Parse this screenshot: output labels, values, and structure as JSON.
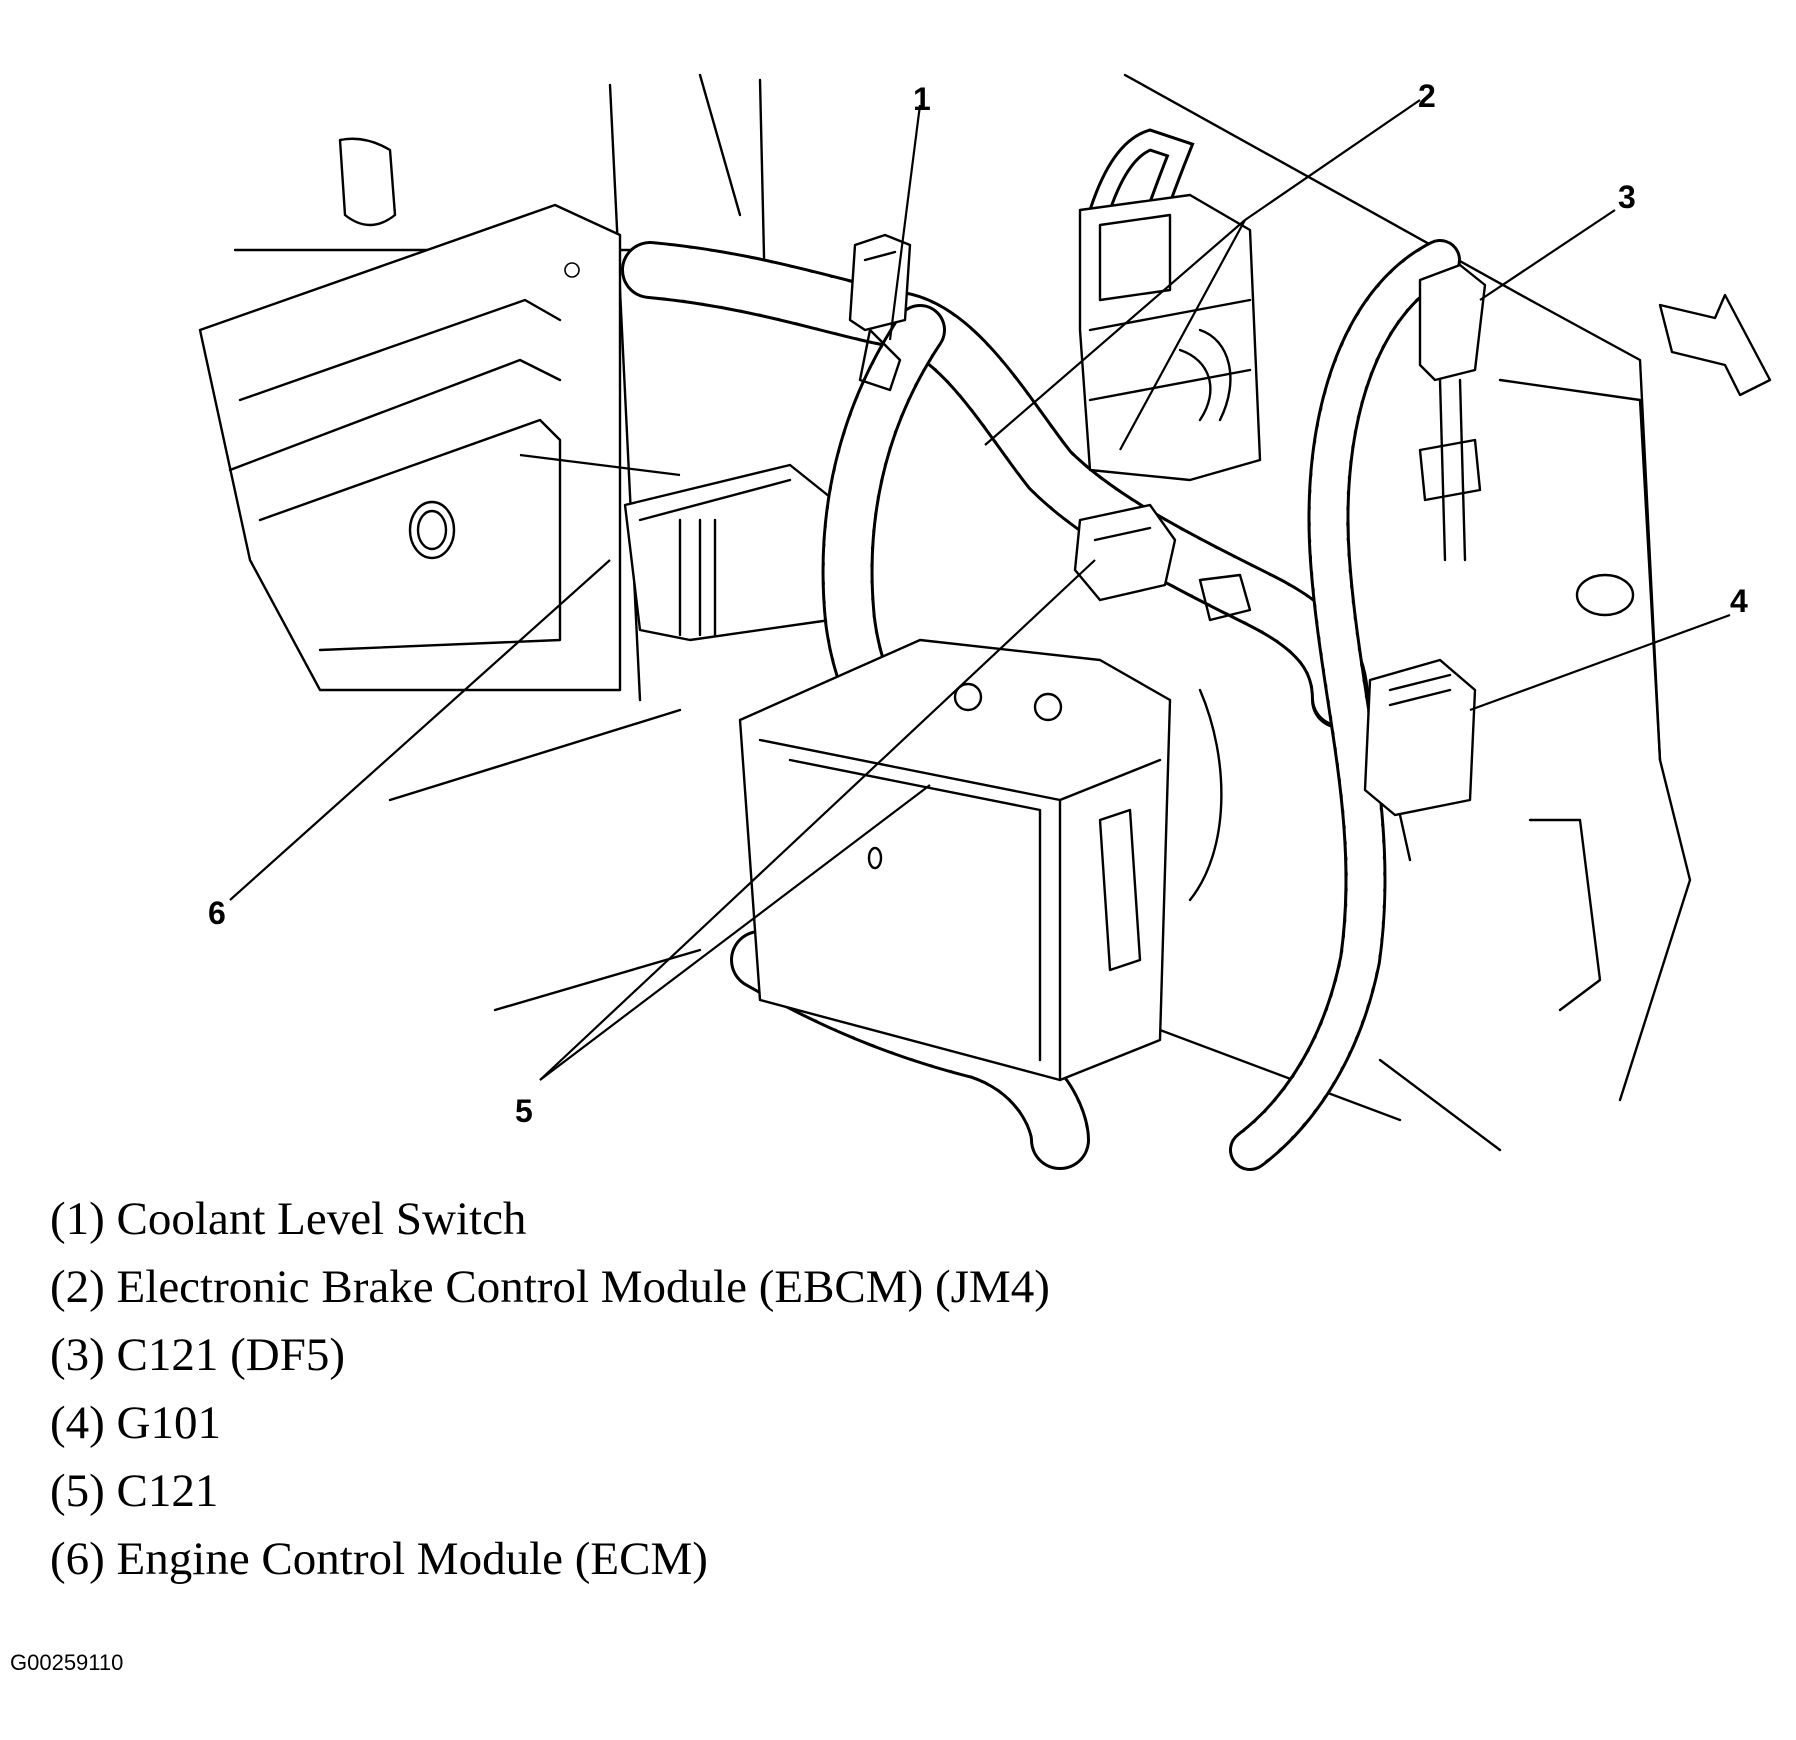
{
  "diagram": {
    "callouts": [
      "1",
      "2",
      "3",
      "4",
      "5",
      "6"
    ]
  },
  "legend": [
    "(1) Coolant Level Switch",
    "(2) Electronic Brake Control Module (EBCM) (JM4)",
    "(3) C121 (DF5)",
    "(4) G101",
    "(5) C121",
    "(6) Engine Control Module (ECM)"
  ],
  "figure_id": "G00259110",
  "icons": {
    "direction_arrow": "forward-arrow-icon"
  }
}
